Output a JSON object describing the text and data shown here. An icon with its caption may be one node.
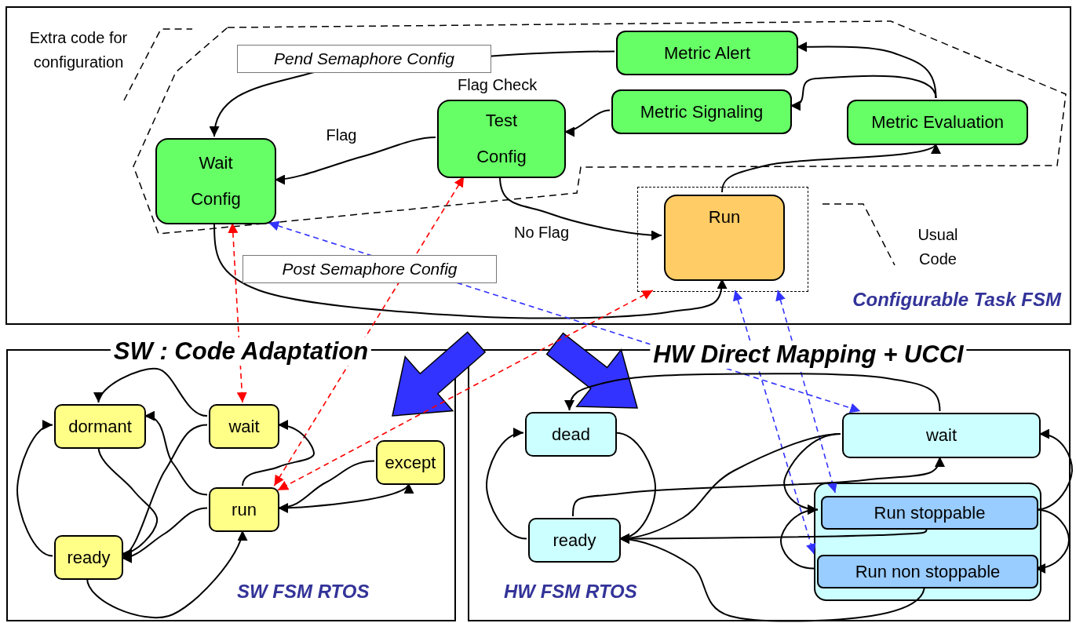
{
  "diagram": {
    "nodes": [
      {
        "text": [
          "Configurable Task FSM"
        ]
      },
      {
        "text": [
          "SW : Code Adaptation",
          "SW FSM RTOS"
        ]
      },
      {
        "text": [
          "HW Direct Mapping + UCCI",
          "HW FSM RTOS"
        ]
      },
      {
        "text": [
          "Wait Config"
        ],
        "in": 0
      },
      {
        "text": [
          "Test Config"
        ],
        "in": 0,
        "beside": [
          "Flag Check"
        ]
      },
      {
        "text": [
          "Metric Alert"
        ],
        "in": 0
      },
      {
        "text": [
          "Metric Signaling"
        ],
        "in": 0
      },
      {
        "text": [
          "Metric Evaluation"
        ],
        "in": 0
      },
      {
        "text": [],
        "shape": "box",
        "in": 0
      },
      {
        "text": [
          "Run"
        ],
        "in": 8
      },
      {
        "text": [
          "dormant"
        ],
        "in": 1
      },
      {
        "text": [
          "wait"
        ],
        "in": 1
      },
      {
        "text": [
          "except"
        ],
        "in": 1
      },
      {
        "text": [
          "run"
        ],
        "in": 1
      },
      {
        "text": [
          "ready"
        ],
        "in": 1
      },
      {
        "text": [
          "dead"
        ],
        "in": 2
      },
      {
        "text": [
          "wait"
        ],
        "in": 2
      },
      {
        "text": [],
        "shape": "box",
        "in": 2
      },
      {
        "text": [
          "Run stoppable"
        ],
        "in": 17
      },
      {
        "text": [
          "Run non stoppable"
        ],
        "in": 17
      },
      {
        "text": [
          "ready"
        ],
        "in": 2
      }
    ],
    "edges": [
      {
        "from": 5,
        "to": 3,
        "arrow": "to",
        "label": "Pend Semaphore Config"
      },
      {
        "from": 4,
        "to": 3,
        "arrow": "to",
        "label": "Flag"
      },
      {
        "from": 6,
        "to": 4,
        "arrow": "to"
      },
      {
        "from": 7,
        "to": 5,
        "arrow": "to"
      },
      {
        "from": 7,
        "to": 6,
        "arrow": "to"
      },
      {
        "from": 9,
        "to": 7,
        "arrow": "to"
      },
      {
        "from": 4,
        "to": 9,
        "arrow": "to",
        "label": "No Flag"
      },
      {
        "from": 3,
        "to": 9,
        "arrow": "to",
        "label": "Post Semaphore Config"
      },
      {
        "from": 0,
        "to": 1,
        "arrow": "to",
        "style": "thick",
        "color": "#3333ff"
      },
      {
        "from": 0,
        "to": 2,
        "arrow": "to",
        "style": "thick",
        "color": "#3333ff"
      },
      {
        "from": 3,
        "to": 11,
        "arrow": "both",
        "style": "dashed",
        "color": "#ff0000"
      },
      {
        "from": 4,
        "to": 13,
        "arrow": "both",
        "style": "dashed",
        "color": "#ff0000"
      },
      {
        "from": 8,
        "to": 13,
        "arrow": "both",
        "style": "dashed",
        "color": "#ff0000"
      },
      {
        "from": 3,
        "to": 16,
        "arrow": "both",
        "style": "dashed",
        "color": "#3333ff"
      },
      {
        "from": 8,
        "to": 19,
        "arrow": "both",
        "style": "dashed",
        "color": "#3333ff"
      },
      {
        "from": 8,
        "to": 18,
        "arrow": "both",
        "style": "dashed",
        "color": "#3333ff"
      },
      {
        "from": 11,
        "to": 10,
        "arrow": "to"
      },
      {
        "from": 13,
        "to": 10,
        "arrow": "to"
      },
      {
        "from": 11,
        "to": 14,
        "arrow": "to"
      },
      {
        "from": 10,
        "to": 14,
        "arrow": "to"
      },
      {
        "from": 13,
        "to": 14,
        "arrow": "to"
      },
      {
        "from": 14,
        "to": 10,
        "arrow": "to"
      },
      {
        "from": 14,
        "to": 13,
        "arrow": "to"
      },
      {
        "from": 13,
        "to": 11,
        "arrow": "to"
      },
      {
        "from": 12,
        "to": 13,
        "arrow": "to"
      },
      {
        "from": 13,
        "to": 12,
        "arrow": "to"
      },
      {
        "from": 16,
        "to": 15,
        "arrow": "to"
      },
      {
        "from": 15,
        "to": 20,
        "arrow": "to"
      },
      {
        "from": 20,
        "to": 15,
        "arrow": "to"
      },
      {
        "from": 20,
        "to": 16,
        "arrow": "to"
      },
      {
        "from": 16,
        "to": 20,
        "arrow": "to"
      },
      {
        "from": 18,
        "to": 20,
        "arrow": "to"
      },
      {
        "from": 19,
        "to": 20,
        "arrow": "to"
      },
      {
        "from": 16,
        "to": 18,
        "arrow": "to"
      },
      {
        "from": 19,
        "to": 18,
        "arrow": "to"
      },
      {
        "from": 18,
        "to": 16,
        "arrow": "to"
      },
      {
        "from": 18,
        "to": 19,
        "arrow": "to"
      }
    ],
    "labels": [
      "Extra code for configuration",
      "Usual Code"
    ]
  }
}
